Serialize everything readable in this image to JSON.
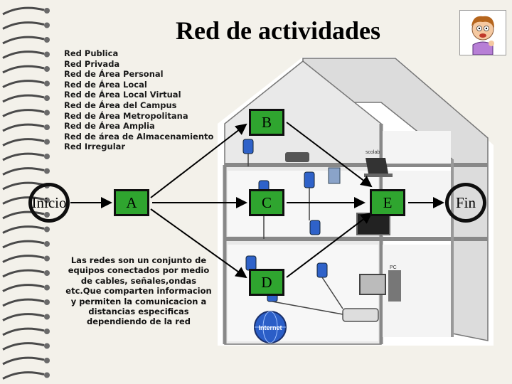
{
  "title": "Red de actividades",
  "network_types": [
    "Red Publica",
    "Red Privada",
    "Red de Área Personal",
    "Red de Área Local",
    "Red de Área Local Virtual",
    "Red de Área del Campus",
    "Red de Área Metropolitana",
    "Red de Área Amplia",
    "Red de área de Almacenamiento",
    "Red Irregular"
  ],
  "description": "Las redes son un conjunto de equipos conectados por medio de cables, señales,ondas etc.Que comparten informacion y permiten la comunicacion a distancias especificas dependiendo de la red",
  "nodes": {
    "inicio": "Inicio",
    "a": "A",
    "b": "B",
    "c": "C",
    "d": "D",
    "e": "E",
    "fin": "Fin"
  },
  "house_labels": {
    "internet": "Internet",
    "scolab": "scolab",
    "pc": "PC"
  },
  "colors": {
    "node_green": "#2fa52f",
    "background": "#f3f1ea",
    "house_wall": "#e9e9e9"
  }
}
